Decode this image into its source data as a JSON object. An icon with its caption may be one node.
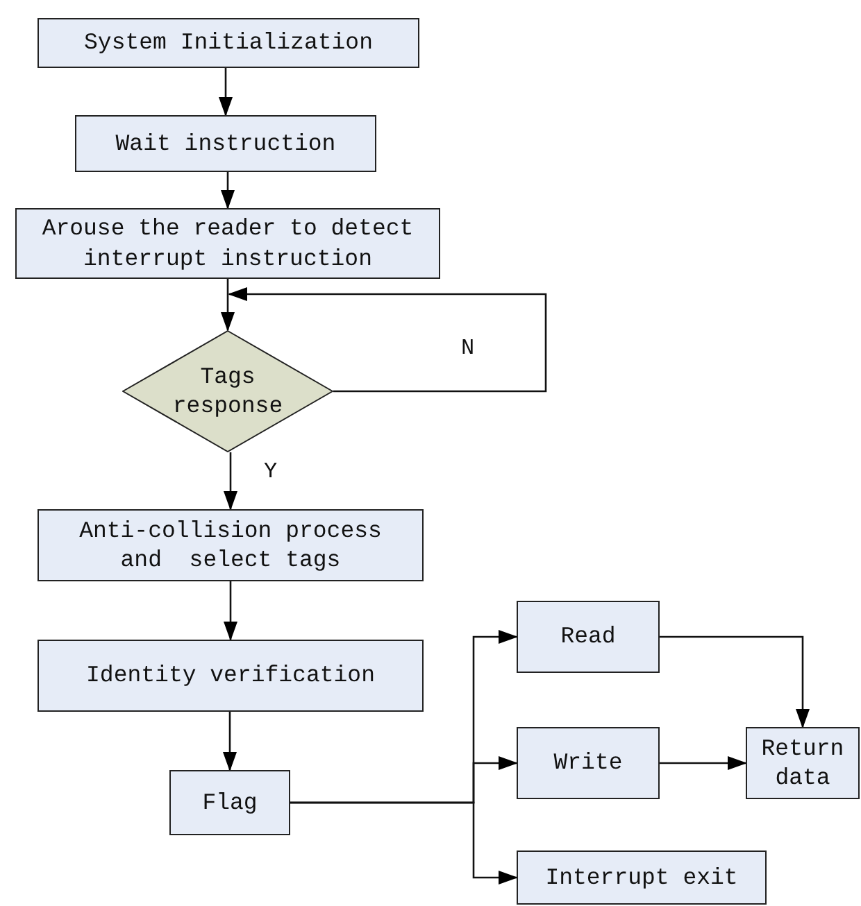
{
  "diagram": {
    "nodes": [
      {
        "text": [
          "System Initialization"
        ]
      },
      {
        "text": [
          "Wait instruction"
        ]
      },
      {
        "text": [
          "Arouse the reader to detect interrupt instruction"
        ]
      },
      {
        "text": [
          "Tags response"
        ]
      },
      {
        "text": [
          "Anti-collision process and  select tags"
        ]
      },
      {
        "text": [
          "Identity verification"
        ]
      },
      {
        "text": [
          "Flag"
        ]
      },
      {
        "text": [
          "Read"
        ]
      },
      {
        "text": [
          "Write"
        ]
      },
      {
        "text": [
          "Return data"
        ]
      },
      {
        "text": [
          "Interrupt exit"
        ]
      }
    ],
    "edges": [
      {
        "from": 0,
        "to": 1,
        "arrow": "to"
      },
      {
        "from": 1,
        "to": 2,
        "arrow": "to"
      },
      {
        "from": 2,
        "to": 3,
        "arrow": "to"
      },
      {
        "from": 3,
        "to": 3,
        "arrow": "to",
        "label": "N"
      },
      {
        "from": 3,
        "to": 4,
        "arrow": "to",
        "label": "Y"
      },
      {
        "from": 4,
        "to": 5,
        "arrow": "to"
      },
      {
        "from": 5,
        "to": 6,
        "arrow": "to"
      },
      {
        "from": 6,
        "to": 7,
        "arrow": "to"
      },
      {
        "from": 6,
        "to": 8,
        "arrow": "to"
      },
      {
        "from": 6,
        "to": 10,
        "arrow": "to"
      },
      {
        "from": 7,
        "to": 9,
        "arrow": "to"
      },
      {
        "from": 8,
        "to": 9,
        "arrow": "to"
      }
    ]
  }
}
